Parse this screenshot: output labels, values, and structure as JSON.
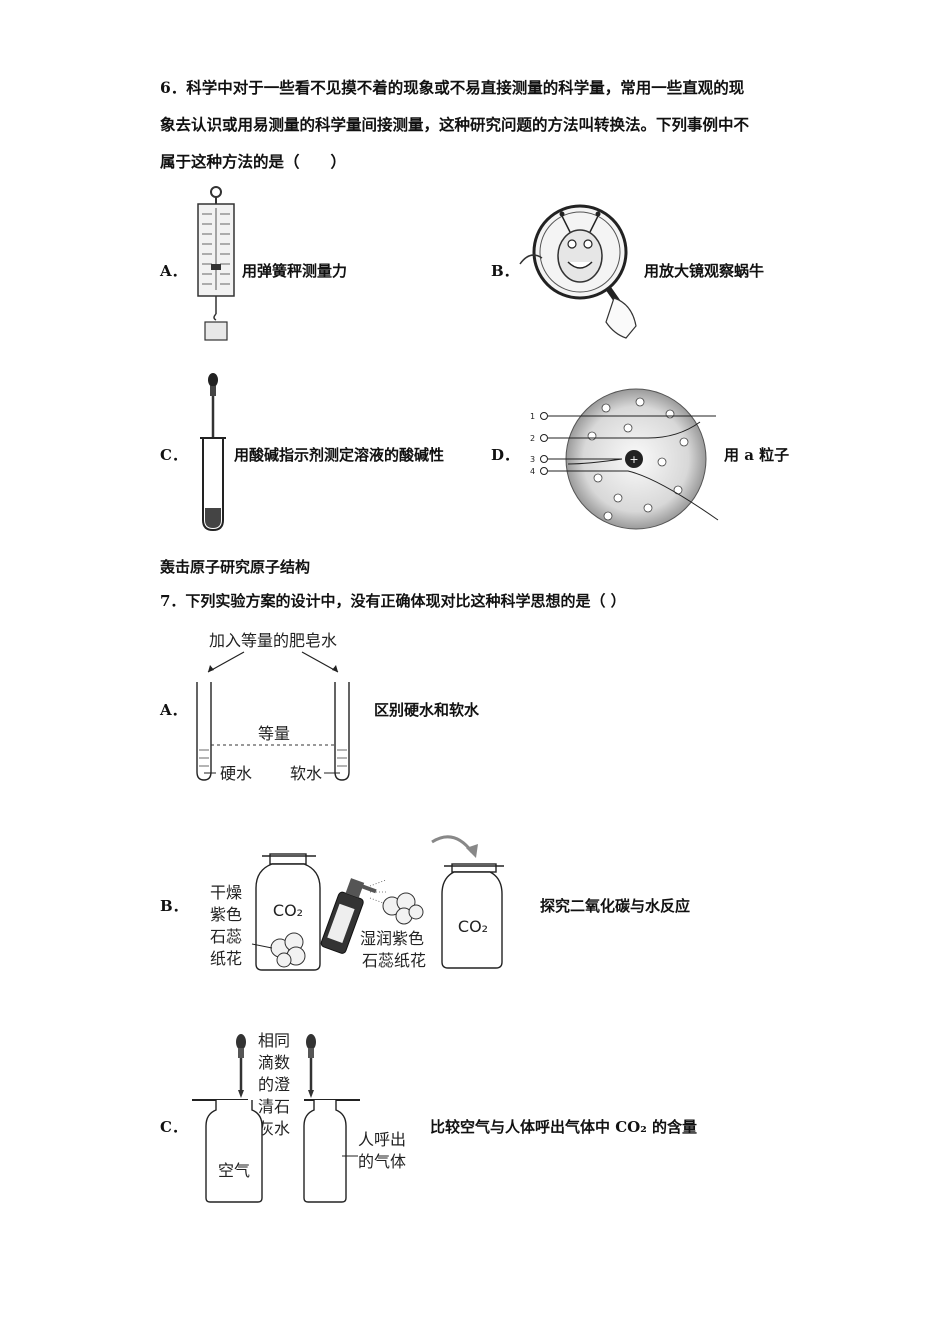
{
  "q6": {
    "line1": "6．科学中对于一些看不见摸不着的现象或不易直接测量的科学量，常用一些直观的现",
    "line2": "象去认识或用易测量的科学量间接测量，这种研究问题的方法叫转换法。下列事例中不",
    "line3": "属于这种方法的是（　　）",
    "options": [
      {
        "letter": "A．",
        "text": "用弹簧秤测量力"
      },
      {
        "letter": "B．",
        "text": "用放大镜观察蜗牛"
      },
      {
        "letter": "C．",
        "text": "用酸碱指示剂测定溶液的酸碱性"
      },
      {
        "letter": "D．",
        "text": "用 a 粒子"
      }
    ],
    "d_continuation": "轰击原子研究原子结构",
    "alpha_numbers": [
      "1",
      "2",
      "3",
      "4"
    ]
  },
  "q7": {
    "stem": "7．下列实验方案的设计中，没有正确体现对比这种科学思想的是（ ）",
    "options": [
      {
        "letter": "A．",
        "text": "区别硬水和软水"
      },
      {
        "letter": "B．",
        "text": "探究二氧化碳与水反应"
      },
      {
        "letter": "C．",
        "text": "比较空气与人体呼出气体中 CO₂ 的含量"
      }
    ],
    "figA": {
      "top_label": "加入等量的肥皂水",
      "equal_label": "等量",
      "hard_label": "硬水",
      "soft_label": "软水"
    },
    "figB": {
      "dry_label": [
        "干燥",
        "紫色",
        "石蕊",
        "纸花"
      ],
      "co2_left": "CO₂",
      "wet_label": [
        "湿润紫色",
        "石蕊纸花"
      ],
      "co2_right": "CO₂"
    },
    "figC": {
      "drop_label": [
        "相同",
        "滴数",
        "的澄",
        "清石",
        "灰水"
      ],
      "air_label": "空气",
      "breath_label": [
        "人呼出",
        "的气体"
      ]
    }
  }
}
